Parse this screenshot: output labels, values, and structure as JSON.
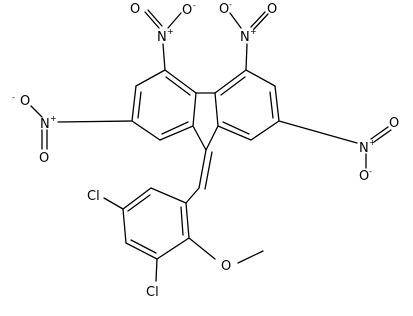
{
  "molecule": {
    "nitro_groups": [
      {
        "id": "nitro-top-left",
        "n_label": "N",
        "n_charge": "+",
        "o_labels": [
          "O",
          "O"
        ],
        "o_charge": "-"
      },
      {
        "id": "nitro-top-right",
        "n_label": "N",
        "n_charge": "+",
        "o_labels": [
          "O",
          "O"
        ],
        "o_charge": "-"
      },
      {
        "id": "nitro-left",
        "n_label": "N",
        "n_charge": "+",
        "o_labels": [
          "O",
          "O"
        ],
        "o_charge": "-"
      },
      {
        "id": "nitro-right",
        "n_label": "N",
        "n_charge": "+",
        "o_labels": [
          "O",
          "O"
        ],
        "o_charge": "-"
      }
    ],
    "chlorines": [
      "Cl",
      "Cl"
    ],
    "methoxy_label": "O"
  }
}
